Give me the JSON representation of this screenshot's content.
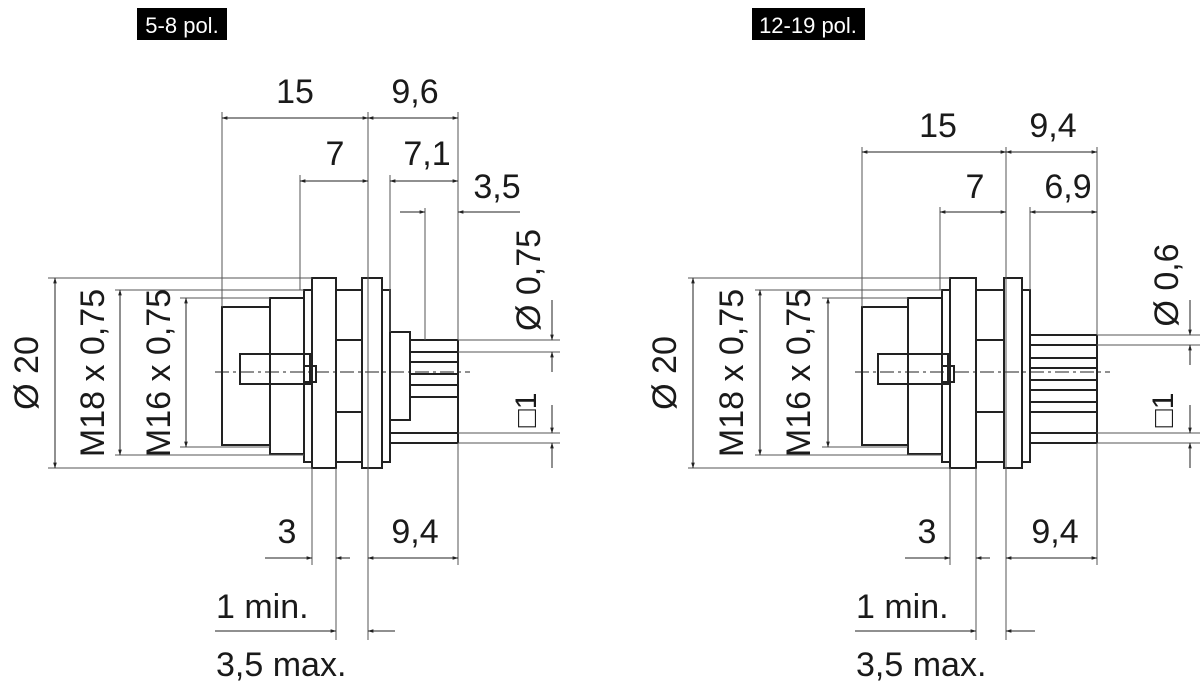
{
  "left": {
    "title": "5-8 pol.",
    "dims": {
      "len_15": "15",
      "len_96": "9,6",
      "len_7": "7",
      "len_71": "7,1",
      "len_35": "3,5",
      "dia_20": "Ø 20",
      "m18": "M18 x 0,75",
      "m16": "M16 x 0,75",
      "pin_dia": "Ø 0,75",
      "square": "□1",
      "len_3": "3",
      "len_94": "9,4",
      "min": "1 min.",
      "max": "3,5 max."
    }
  },
  "right": {
    "title": "12-19 pol.",
    "dims": {
      "len_15": "15",
      "len_94_top": "9,4",
      "len_7": "7",
      "len_69": "6,9",
      "dia_20": "Ø 20",
      "m18": "M18 x 0,75",
      "m16": "M16 x 0,75",
      "pin_dia": "Ø 0,6",
      "square": "□1",
      "len_3": "3",
      "len_94": "9,4",
      "min": "1 min.",
      "max": "3,5 max."
    }
  }
}
